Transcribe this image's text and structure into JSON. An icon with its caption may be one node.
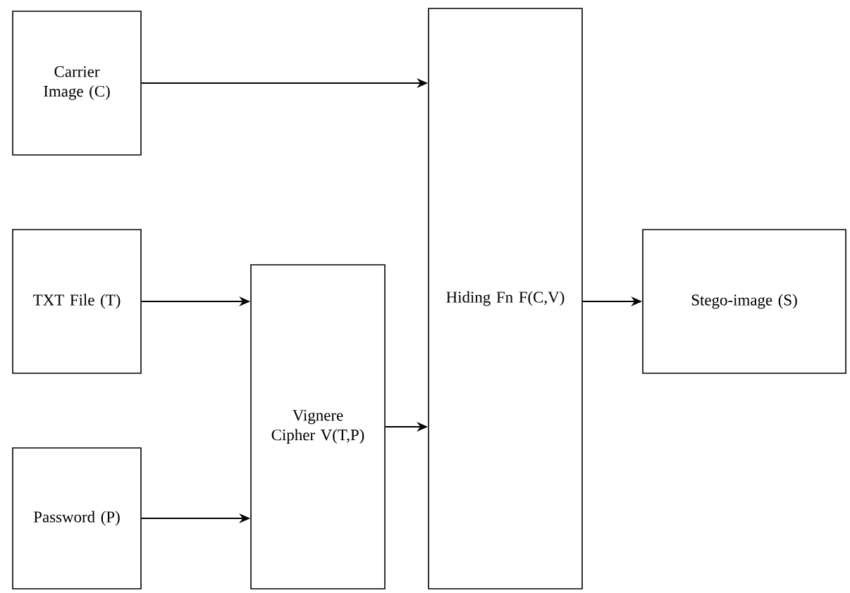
{
  "diagram": {
    "nodes": [
      {
        "text": [
          "Carrier Image (C)"
        ]
      },
      {
        "text": [
          "TXT File (T)"
        ]
      },
      {
        "text": [
          "Password (P)"
        ]
      },
      {
        "text": [
          "Hiding Fn F(C,V)"
        ]
      },
      {
        "text": [
          "Vignere Cipher V(T,P)"
        ]
      },
      {
        "text": [
          "Stego-image (S)"
        ]
      }
    ],
    "edges": [
      {
        "from": 0,
        "to": 3,
        "arrow": "to"
      },
      {
        "from": 1,
        "to": 4,
        "arrow": "to"
      },
      {
        "from": 2,
        "to": 4,
        "arrow": "to"
      },
      {
        "from": 4,
        "to": 3,
        "arrow": "to"
      },
      {
        "from": 3,
        "to": 5,
        "arrow": "to"
      }
    ]
  }
}
